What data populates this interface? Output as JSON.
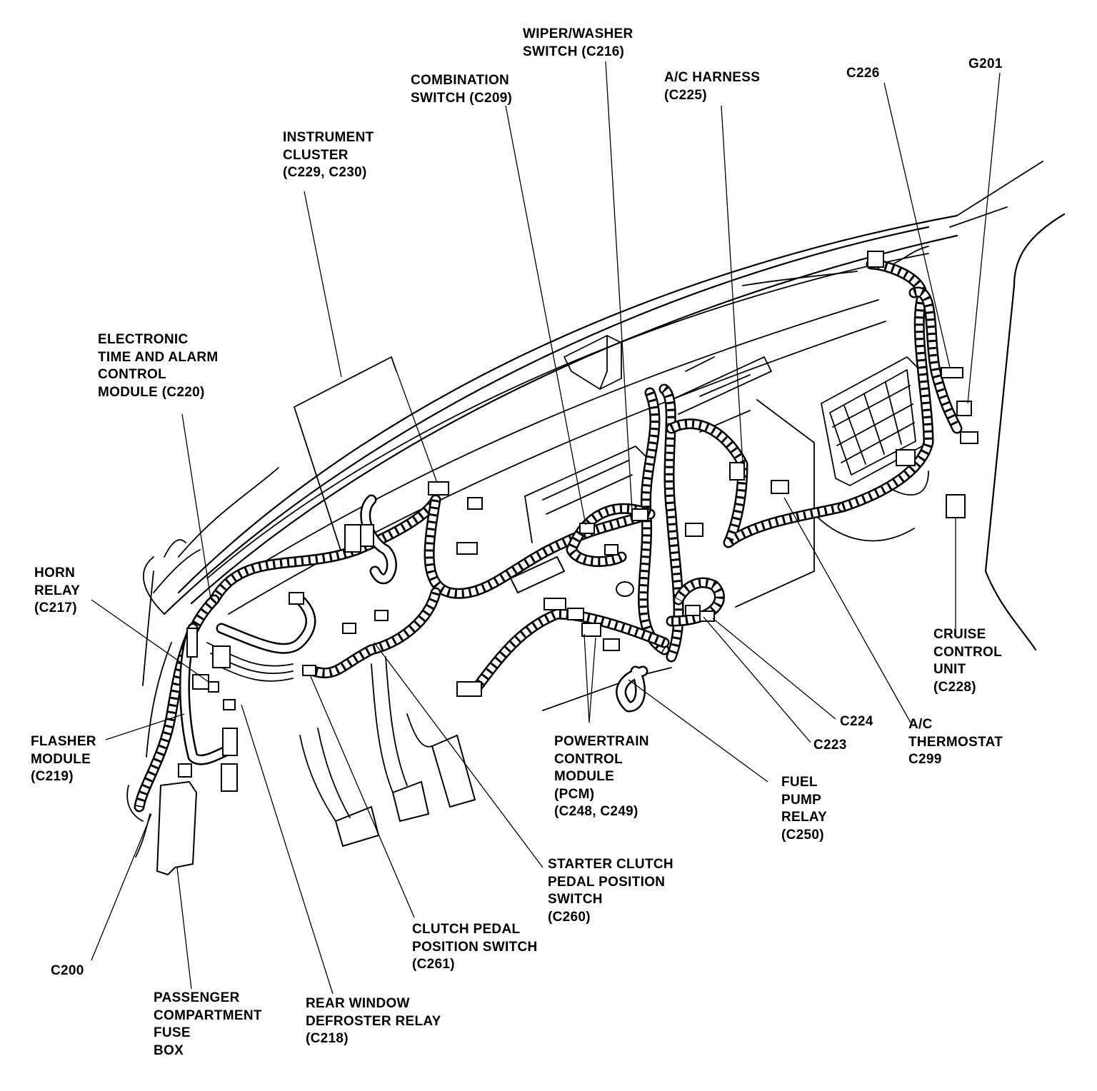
{
  "labels": {
    "wiper_washer": [
      "WIPER/WASHER",
      "SWITCH (C216)"
    ],
    "combination": [
      "COMBINATION",
      "SWITCH (C209)"
    ],
    "ac_harness": [
      "A/C HARNESS",
      "(C225)"
    ],
    "c226": [
      "C226"
    ],
    "g201": [
      "G201"
    ],
    "instrument_cluster": [
      "INSTRUMENT",
      "CLUSTER",
      "(C229, C230)"
    ],
    "electronic_time": [
      "ELECTRONIC",
      "TIME AND ALARM",
      "CONTROL",
      "MODULE (C220)"
    ],
    "horn_relay": [
      "HORN",
      "RELAY",
      "(C217)"
    ],
    "flasher_module": [
      "FLASHER",
      "MODULE",
      "(C219)"
    ],
    "c200": [
      "C200"
    ],
    "fuse_box": [
      "PASSENGER",
      "COMPARTMENT",
      "FUSE",
      "BOX"
    ],
    "rear_window": [
      "REAR WINDOW",
      "DEFROSTER RELAY",
      "(C218)"
    ],
    "clutch_pedal": [
      "CLUTCH PEDAL",
      "POSITION SWITCH",
      "(C261)"
    ],
    "starter_clutch": [
      "STARTER CLUTCH",
      "PEDAL POSITION",
      "SWITCH",
      "(C260)"
    ],
    "pcm": [
      "POWERTRAIN",
      "CONTROL",
      "MODULE",
      "(PCM)",
      "(C248, C249)"
    ],
    "fuel_pump": [
      "FUEL",
      "PUMP",
      "RELAY",
      "(C250)"
    ],
    "c223": [
      "C223"
    ],
    "c224": [
      "C224"
    ],
    "ac_thermostat": [
      "A/C",
      "THERMOSTAT",
      "C299"
    ],
    "cruise_control": [
      "CRUISE",
      "CONTROL",
      "UNIT",
      "(C228)"
    ]
  }
}
